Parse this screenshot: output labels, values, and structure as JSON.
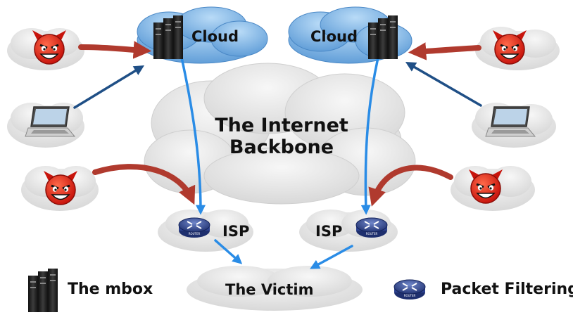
{
  "labels": {
    "cloud_left": "Cloud",
    "cloud_right": "Cloud",
    "backbone_line1": "The Internet",
    "backbone_line2": "Backbone",
    "isp_left": "ISP",
    "isp_right": "ISP",
    "victim": "The Victim",
    "router_badge": "ROUTER"
  },
  "legend": {
    "mbox_label": "The mbox",
    "filter_label": "Packet Filtering"
  },
  "colors": {
    "attack_arrow": "#b03a2e",
    "legit_arrow": "#1f4f86",
    "forward_arrow": "#2a8ce6",
    "blue_cloud": "#7fb5e6",
    "gray_cloud": "#e9e9e9"
  },
  "icons": {
    "attacker": "devil-face-icon",
    "user": "laptop-icon",
    "mbox": "server-rack-icon",
    "filter": "router-icon"
  }
}
